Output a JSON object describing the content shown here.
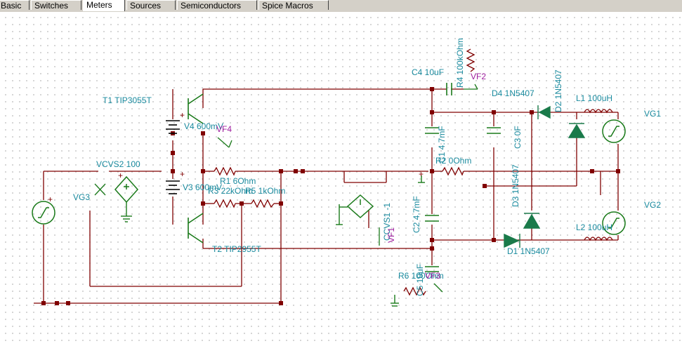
{
  "tabs": [
    {
      "label": "Basic"
    },
    {
      "label": "Switches"
    },
    {
      "label": "Meters",
      "active": true
    },
    {
      "label": "Sources"
    },
    {
      "label": "Semiconductors"
    },
    {
      "label": "Spice Macros"
    }
  ],
  "colors": {
    "wire": "#800000",
    "label": "#1a8a9e",
    "probe": "#a020a0",
    "component": "#1a7a1a",
    "node": "#800000"
  },
  "labels": {
    "t1": "T1 TIP3055T",
    "t2": "T2 TIP2955T",
    "v4": "V4 600mV",
    "v3": "V3 600mV",
    "vf4": "VF4",
    "vf2": "VF2",
    "vf1": "VF1",
    "vf3": "VF3",
    "vg1": "VG1",
    "vg2": "VG2",
    "vg3": "VG3",
    "vcvs2": "VCVS2 100",
    "ccvs1": "CCVS1 -1",
    "r1": "R1 6Ohm",
    "r3": "R3 22kOhm",
    "r5": "R5 1kOhm",
    "r2": "R2 0Ohm",
    "r4": "R4 100kOhm",
    "r6": "R6 100Ohm",
    "c1": "C1 4.7mF",
    "c2": "C2 4.7mF",
    "c3": "C3 0F",
    "c4": "C4 10uF",
    "c5": "C5 10uF",
    "d1": "D1 1N5407",
    "d2": "D2 1N5407",
    "d3": "D3 1N5407",
    "d4": "D4 1N5407",
    "l1": "L1 100uH",
    "l2": "L2 100uH"
  }
}
